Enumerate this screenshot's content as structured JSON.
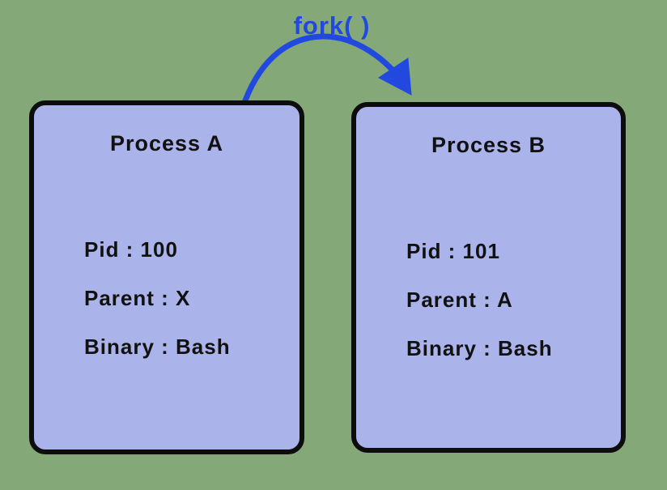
{
  "diagram": {
    "fork_label": "fork( )",
    "colors": {
      "background": "#84a877",
      "box_fill": "#abb4ea",
      "box_border": "#0d0d0d",
      "arrow_blue": "#2149e0",
      "text": "#111111"
    },
    "process_a": {
      "title": "Process A",
      "lines": [
        "Pid : 100",
        "Parent : X",
        "Binary : Bash"
      ]
    },
    "process_b": {
      "title": "Process B",
      "lines": [
        "Pid : 101",
        "Parent : A",
        "Binary : Bash"
      ]
    }
  }
}
